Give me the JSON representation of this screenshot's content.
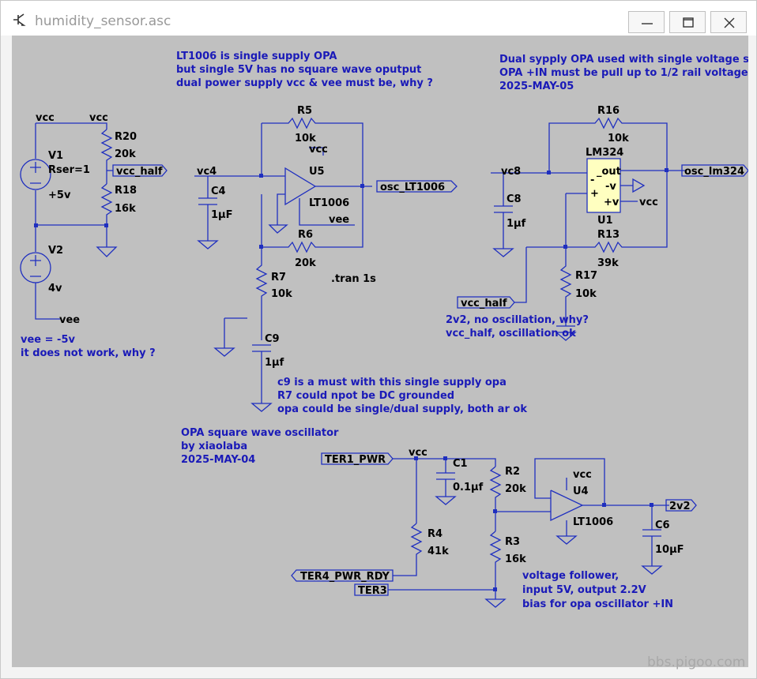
{
  "window": {
    "title": "humidity_sensor.asc",
    "controls": [
      {
        "name": "minimize",
        "icon": "minimize-icon"
      },
      {
        "name": "maximize",
        "icon": "maximize-icon"
      },
      {
        "name": "close",
        "icon": "close-icon"
      }
    ]
  },
  "watermark": "bbs.pigoo.com",
  "colors": {
    "wire": "#1f2fbf",
    "component": "#1f2fbf",
    "canvas": "#c0c0c0",
    "note_text": "#1a1ab8",
    "opamp_fill": "#ffffc0"
  },
  "labels": {
    "vcc_a": "vcc",
    "vcc_b": "vcc",
    "r20": "R20",
    "r20_val": "20k",
    "v1": "V1",
    "v1_rser": "Rser=1",
    "v1_val": "+5v",
    "r18": "R18",
    "r18_val": "16k",
    "v2": "V2",
    "v2_val": "4v",
    "vee_a": "vee",
    "vc4": "vc4",
    "c4": "C4",
    "c4_val": "1µF",
    "r5": "R5",
    "r5_val": "10k",
    "vcc_u5": "vcc",
    "u5": "U5",
    "u5_model": "LT1006",
    "vee_u5": "vee",
    "r6": "R6",
    "r6_val": "20k",
    "tran": ".tran 1s",
    "r7": "R7",
    "r7_val": "10k",
    "c9": "C9",
    "c9_val": "1µf",
    "vc8": "vc8",
    "c8": "C8",
    "c8_val": "1µf",
    "r16": "R16",
    "r16_val": "10k",
    "lm324": "LM324",
    "u1": "U1",
    "u1_out": "_out",
    "u1_vneg": "-v",
    "u1_vpos": "+v",
    "u1_minus": "-",
    "u1_plus": "+",
    "vcc_u1": "vcc",
    "r13": "R13",
    "r13_val": "39k",
    "r17": "R17",
    "r17_val": "10k",
    "vcc_c1": "vcc",
    "c1": "C1",
    "c1_val": "0.1µf",
    "r2": "R2",
    "r2_val": "20k",
    "vcc_u4": "vcc",
    "u4": "U4",
    "u4_model": "LT1006",
    "r4": "R4",
    "r4_val": "41k",
    "r3": "R3",
    "r3_val": "16k",
    "c6": "C6",
    "c6_val": "10µF"
  },
  "flags": {
    "vcc_half_out": "vcc_half",
    "osc_lt1006": "osc_LT1006",
    "osc_lm324": "osc_lm324",
    "vcc_half_in": "vcc_half",
    "ter1_pwr": "TER1_PWR",
    "ter4_pwr_rdy": "TER4_PWR_RDY",
    "ter3": "TER3",
    "out_2v2": "2v2"
  },
  "notes": {
    "n1": [
      "LT1006 is single supply OPA",
      "but single 5V has no square wave oputput",
      "dual power supply vcc & vee must be, why ?"
    ],
    "n2": [
      "Dual sypply OPA used with single voltage supply",
      "OPA +IN must be pull up to 1/2 rail voltage",
      "2025-MAY-05"
    ],
    "n3": [
      "vee = -5v",
      "it does not work, why ?"
    ],
    "n4": [
      "2v2, no oscillation, why?",
      "vcc_half, oscillation ok"
    ],
    "n5": [
      "c9 is a must with this single supply opa",
      "R7 could npot be DC grounded",
      "opa could be single/dual supply, both ar ok"
    ],
    "n6": [
      "OPA square wave oscillator",
      "by xiaolaba",
      "2025-MAY-04"
    ],
    "n7": [
      "voltage follower,",
      "input 5V, output 2.2V",
      "bias for opa oscillator +IN"
    ]
  }
}
